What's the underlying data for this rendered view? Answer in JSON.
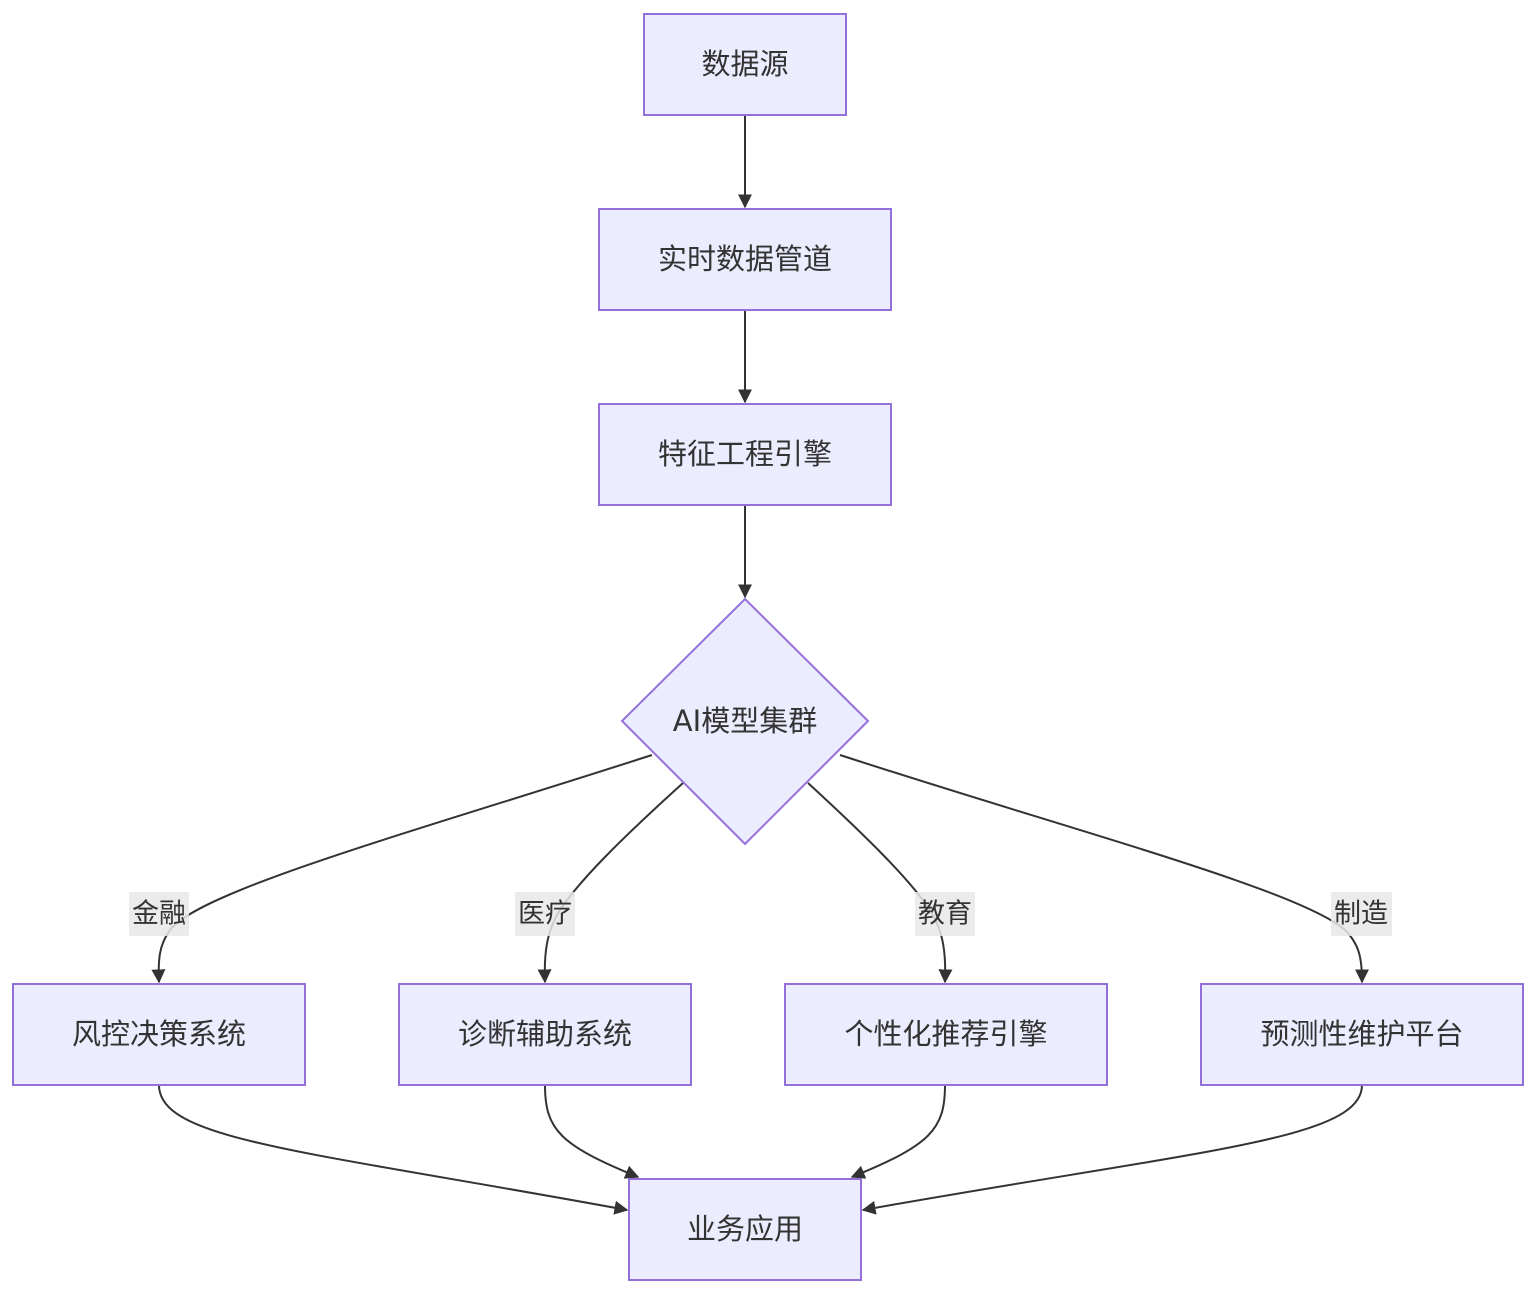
{
  "diagram": {
    "type": "flowchart",
    "colors": {
      "node_fill": "#ECECFF",
      "node_stroke": "#9370DB",
      "edge": "#333333",
      "text": "#333333",
      "label_bg": "#e8e8e8"
    },
    "nodes": {
      "source": "数据源",
      "pipeline": "实时数据管道",
      "feature": "特征工程引擎",
      "cluster": "AI模型集群",
      "risk": "风控决策系统",
      "diagnosis": "诊断辅助系统",
      "recommend": "个性化推荐引擎",
      "maintenance": "预测性维护平台",
      "business": "业务应用"
    },
    "edge_labels": {
      "finance": "金融",
      "medical": "医疗",
      "education": "教育",
      "manufacturing": "制造"
    },
    "edges": [
      {
        "from": "source",
        "to": "pipeline"
      },
      {
        "from": "pipeline",
        "to": "feature"
      },
      {
        "from": "feature",
        "to": "cluster"
      },
      {
        "from": "cluster",
        "to": "risk",
        "label": "金融"
      },
      {
        "from": "cluster",
        "to": "diagnosis",
        "label": "医疗"
      },
      {
        "from": "cluster",
        "to": "recommend",
        "label": "教育"
      },
      {
        "from": "cluster",
        "to": "maintenance",
        "label": "制造"
      },
      {
        "from": "risk",
        "to": "business"
      },
      {
        "from": "diagnosis",
        "to": "business"
      },
      {
        "from": "recommend",
        "to": "business"
      },
      {
        "from": "maintenance",
        "to": "business"
      }
    ]
  }
}
